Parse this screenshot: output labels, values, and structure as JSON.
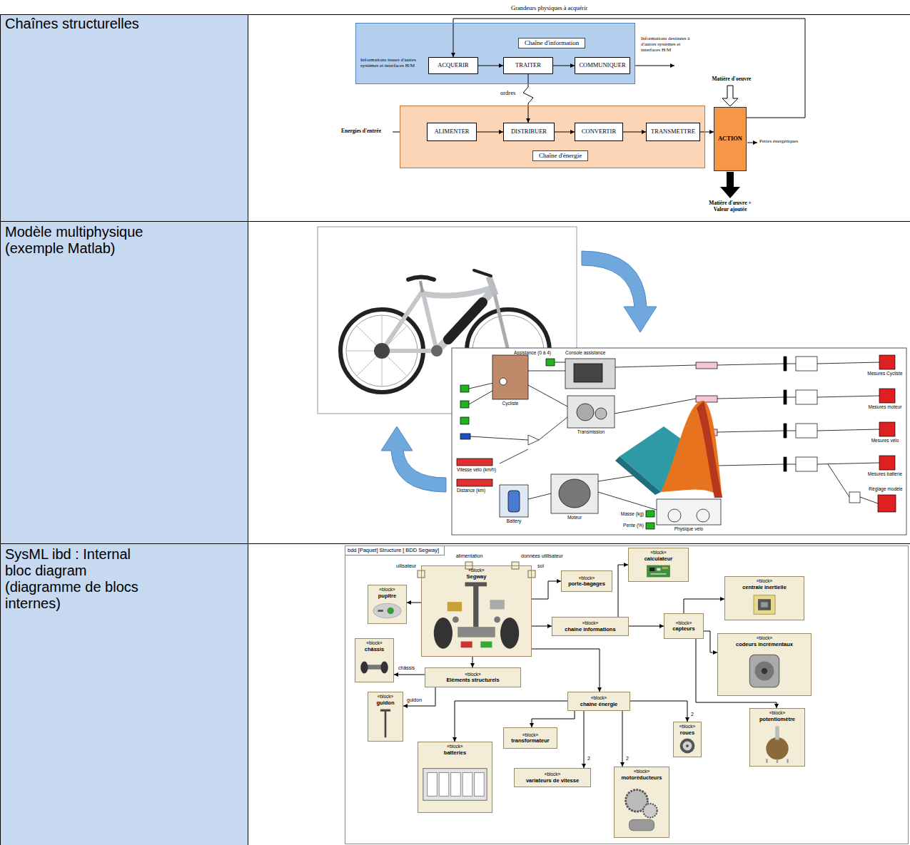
{
  "diagram": {
    "nodes": [
      {
        "text": [
          "Chaîne d'information"
        ]
      },
      {
        "text": [
          "ACQUERIR"
        ],
        "in": 0
      },
      {
        "text": [
          "TRAITER"
        ],
        "in": 0
      },
      {
        "text": [
          "COMMUNIQUER"
        ],
        "in": 0
      },
      {
        "text": [
          "Chaîne d'énergie"
        ]
      },
      {
        "text": [
          "ALIMENTER"
        ],
        "in": 4
      },
      {
        "text": [
          "DISTRIBUER"
        ],
        "in": 4
      },
      {
        "text": [
          "CONVERTIR"
        ],
        "in": 4
      },
      {
        "text": [
          "TRANSMETTRE"
        ],
        "in": 4
      },
      {
        "text": [
          "ACTION"
        ]
      },
      {
        "text": [
          "bdd [Paquet] Structure [ BDD Segway]"
        ]
      },
      {
        "text": [
          "«block»",
          "Segway"
        ],
        "in": 10
      },
      {
        "text": [
          "«block»",
          "pupitre"
        ],
        "in": 10
      },
      {
        "text": [
          "«block»",
          "porte-bagages"
        ],
        "in": 10
      },
      {
        "text": [
          "«block»",
          "calculateur"
        ],
        "in": 10
      },
      {
        "text": [
          "«block»",
          "centrale inertielle"
        ],
        "in": 10
      },
      {
        "text": [
          "«block»",
          "chaîne informations"
        ],
        "in": 10
      },
      {
        "text": [
          "«block»",
          "capteurs"
        ],
        "in": 10
      },
      {
        "text": [
          "«block»",
          "codeurs incrémentaux"
        ],
        "in": 10
      },
      {
        "text": [
          "«block»",
          "châssis"
        ],
        "in": 10
      },
      {
        "text": [
          "«block»",
          "Eléments structurels"
        ],
        "in": 10
      },
      {
        "text": [
          "«block»",
          "guidon"
        ],
        "in": 10
      },
      {
        "text": [
          "«block»",
          "chaîne énergie"
        ],
        "in": 10
      },
      {
        "text": [
          "«block»",
          "roues"
        ],
        "in": 10
      },
      {
        "text": [
          "«block»",
          "potentiomètre"
        ],
        "in": 10
      },
      {
        "text": [
          "«block»",
          "batteries"
        ],
        "in": 10
      },
      {
        "text": [
          "«block»",
          "transformateur"
        ],
        "in": 10
      },
      {
        "text": [
          "«block»",
          "variateurs de vitesse"
        ],
        "in": 10
      },
      {
        "text": [
          "«block»",
          "motoréducteurs"
        ],
        "in": 10
      }
    ],
    "edges": [
      {
        "from": 1,
        "to": 2,
        "arrow": "to"
      },
      {
        "from": 2,
        "to": 3,
        "arrow": "to"
      },
      {
        "from": 5,
        "to": 6,
        "arrow": "to"
      },
      {
        "from": 6,
        "to": 7,
        "arrow": "to"
      },
      {
        "from": 7,
        "to": 8,
        "arrow": "to"
      },
      {
        "from": 8,
        "to": 9,
        "arrow": "to"
      },
      {
        "from": 2,
        "to": 6,
        "label": "ordres",
        "arrow": "to"
      },
      {
        "from": 9,
        "to": 1,
        "label": "Grandeurs physiques à acquérir",
        "arrow": "to"
      },
      {
        "from": 11,
        "to": 12,
        "arrow": "to"
      },
      {
        "from": 11,
        "to": 13,
        "arrow": "to"
      },
      {
        "from": 11,
        "to": 16,
        "arrow": "to"
      },
      {
        "from": 16,
        "to": 14,
        "arrow": "to"
      },
      {
        "from": 16,
        "to": 17,
        "arrow": "to"
      },
      {
        "from": 17,
        "to": 15,
        "arrow": "to"
      },
      {
        "from": 17,
        "to": 18,
        "arrow": "to"
      },
      {
        "from": 17,
        "to": 24,
        "arrow": "to"
      },
      {
        "from": 11,
        "to": 20,
        "arrow": "to"
      },
      {
        "from": 20,
        "to": 19,
        "label": "châssis",
        "arrow": "to"
      },
      {
        "from": 20,
        "to": 21,
        "label": "guidon",
        "arrow": "to"
      },
      {
        "from": 11,
        "to": 22,
        "arrow": "to"
      },
      {
        "from": 22,
        "to": 25,
        "arrow": "to"
      },
      {
        "from": 22,
        "to": 26,
        "arrow": "to"
      },
      {
        "from": 22,
        "to": 27,
        "label": "2",
        "arrow": "to"
      },
      {
        "from": 22,
        "to": 28,
        "label": "2",
        "arrow": "to"
      },
      {
        "from": 22,
        "to": 23,
        "label": "2",
        "arrow": "to"
      }
    ],
    "labels": [
      "Chaînes structurelles",
      "Modèle multiphysique (exemple Matlab)",
      "SysML ibd : Internal bloc diagram (diagramme de blocs internes)",
      "Informations issues d'autres systèmes et interfaces H/M",
      "Informations destinées à d'autres systèmes et interfaces H/M",
      "Energies d'entrée",
      "Matière d'oeuvre",
      "Pertes énergétiques",
      "Matière d'œuvre + Valeur ajoutée",
      "Assistance (0 à 4)",
      "Console assistance",
      "Cycliste",
      "Transmission",
      "Moteur",
      "Battery",
      "Vitesse vélo (km/h)",
      "Distance (km)",
      "Physique vélo",
      "Masse (kg)",
      "Pente (%)",
      "Mesures Cycliste",
      "Mesures moteur",
      "Mesures vélo",
      "Mesures batterie",
      "Réglage modèle",
      "alimentation",
      "données utilisateur",
      "uilisateur",
      "sol"
    ]
  }
}
